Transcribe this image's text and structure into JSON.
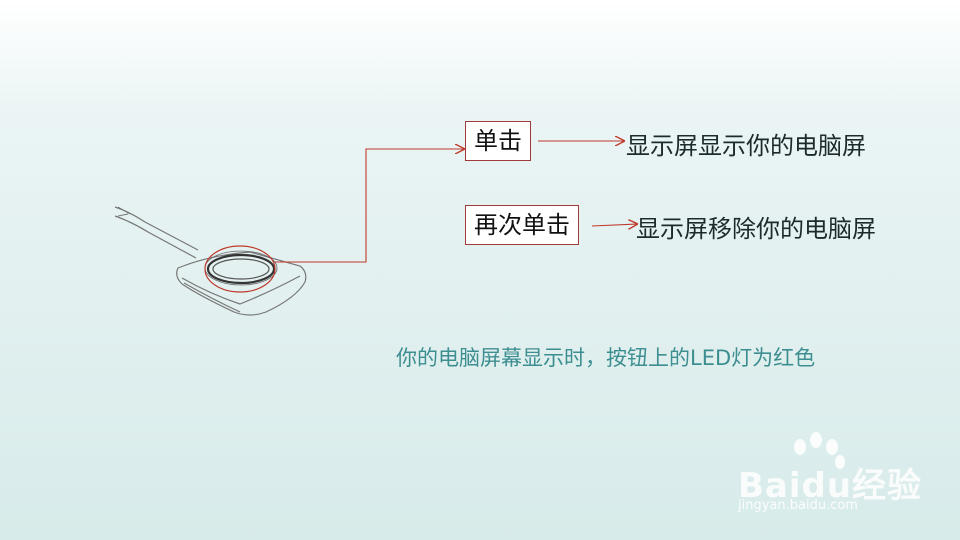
{
  "labels": {
    "single_click": "单击",
    "double_click": "再次单击",
    "single_click_result": "显示屏显示你的电脑屏",
    "double_click_result": "显示屏移除你的电脑屏"
  },
  "caption": "你的电脑屏幕显示时，按钮上的LED灯为红色",
  "watermark": {
    "logo_text": "Baidu经验",
    "url": "jingyan.baidu.com"
  },
  "colors": {
    "arrow": "#c0392b",
    "caption": "#3d8e91",
    "box_border": "#a23a3a"
  },
  "icons": {
    "device": "button-device-icon",
    "paw": "baidu-paw-icon"
  }
}
